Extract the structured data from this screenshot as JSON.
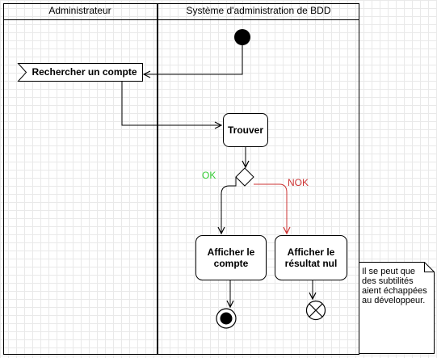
{
  "lanes": {
    "admin_title": "Administrateur",
    "system_title": "Système d'administration de BDD"
  },
  "actions": {
    "search": "Rechercher un compte",
    "find": "Trouver",
    "show_account": "Afficher le compte",
    "show_nul": "Afficher le résultat nul"
  },
  "guards": {
    "ok": "OK",
    "nok": "NOK"
  },
  "note": {
    "text": "Il se peut que des subtilités aient échappées au développeur."
  },
  "colors": {
    "ok": "#33cc33",
    "nok": "#cc3333",
    "line": "#000000",
    "grid": "#e9e9e9"
  }
}
